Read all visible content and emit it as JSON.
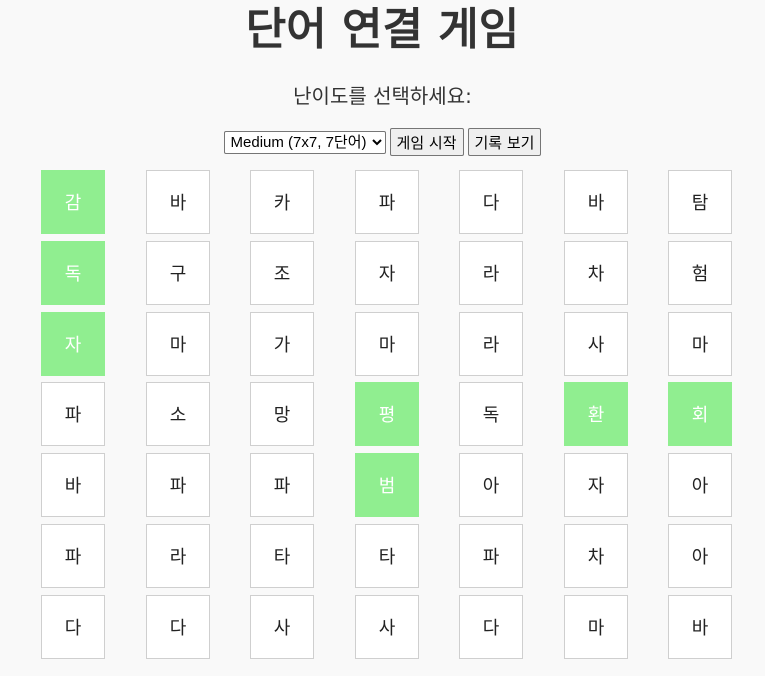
{
  "title": "단어 연결 게임",
  "prompt": "난이도를 선택하세요:",
  "difficulty": {
    "selected": "Medium (7x7, 7단어)"
  },
  "buttons": {
    "start": "게임 시작",
    "records": "기록 보기"
  },
  "colors": {
    "found": "#90ee90",
    "cell": "#ffffff",
    "background": "#f9f9f9"
  },
  "grid": [
    [
      "감",
      "바",
      "카",
      "파",
      "다",
      "바",
      "탐"
    ],
    [
      "독",
      "구",
      "조",
      "자",
      "라",
      "차",
      "험"
    ],
    [
      "자",
      "마",
      "가",
      "마",
      "라",
      "사",
      "마"
    ],
    [
      "파",
      "소",
      "망",
      "평",
      "독",
      "환",
      "회"
    ],
    [
      "바",
      "파",
      "파",
      "범",
      "아",
      "자",
      "아"
    ],
    [
      "파",
      "라",
      "타",
      "타",
      "파",
      "차",
      "아"
    ],
    [
      "다",
      "다",
      "사",
      "사",
      "다",
      "마",
      "바"
    ]
  ],
  "found": [
    [
      0,
      0
    ],
    [
      1,
      0
    ],
    [
      2,
      0
    ],
    [
      3,
      3
    ],
    [
      4,
      3
    ],
    [
      3,
      5
    ],
    [
      3,
      6
    ]
  ]
}
